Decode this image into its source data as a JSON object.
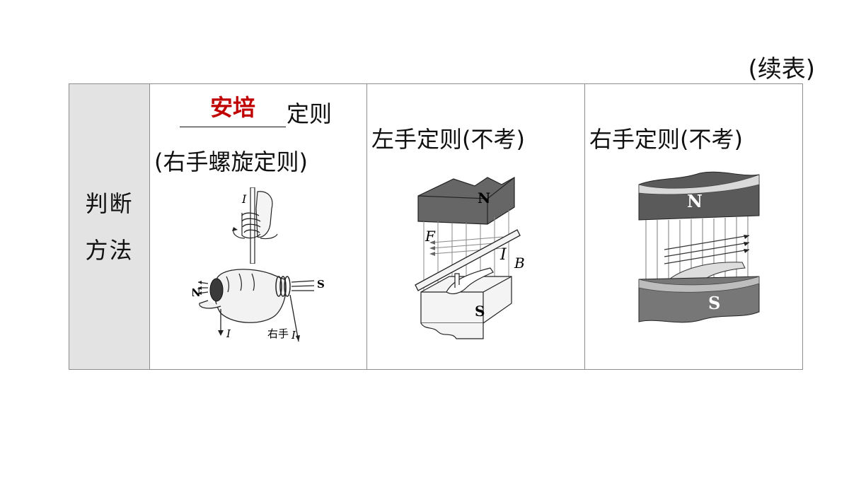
{
  "header": {
    "continued_label": "(续表)"
  },
  "row": {
    "label": "判断方法"
  },
  "col1": {
    "answer": "安培",
    "suffix": "定则",
    "subnote": "(右手螺旋定则)",
    "fig_straight": {
      "current_label": "I"
    },
    "fig_solenoid": {
      "n_label": "N",
      "s_label": "S",
      "current_label_1": "I",
      "hand_label": "右手",
      "current_label_2": "I"
    }
  },
  "col2": {
    "title": "左手定则(不考)",
    "fig": {
      "n_label": "N",
      "s_label": "S",
      "force_label": "F",
      "current_label": "I",
      "field_label": "B"
    }
  },
  "col3": {
    "title": "右手定则(不考)",
    "fig": {
      "n_label": "N",
      "s_label": "S"
    }
  }
}
